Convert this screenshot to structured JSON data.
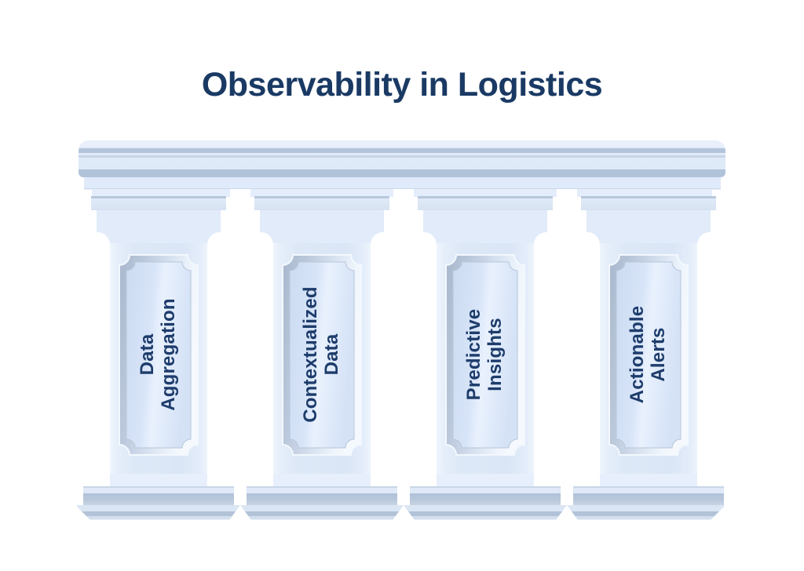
{
  "title": "Observability in Logistics",
  "pillars": [
    {
      "label": "Data\nAggregation"
    },
    {
      "label": "Contextualized\nData"
    },
    {
      "label": "Predictive\nInsights"
    },
    {
      "label": "Actionable\nAlerts"
    }
  ],
  "colors": {
    "background": "#ffffff",
    "title_text": "#1a3a64",
    "pillar_text": "#1d3c6b",
    "stone_light": "#dfe9f7",
    "stone_band": "#e4edfb",
    "stone_stripe": "#b3c4da",
    "stone_shadow": "#aebccf",
    "panel_fill": "#d6e3f8",
    "panel_highlight": "#eef4fc",
    "edge_line": "#b9c8dc"
  }
}
